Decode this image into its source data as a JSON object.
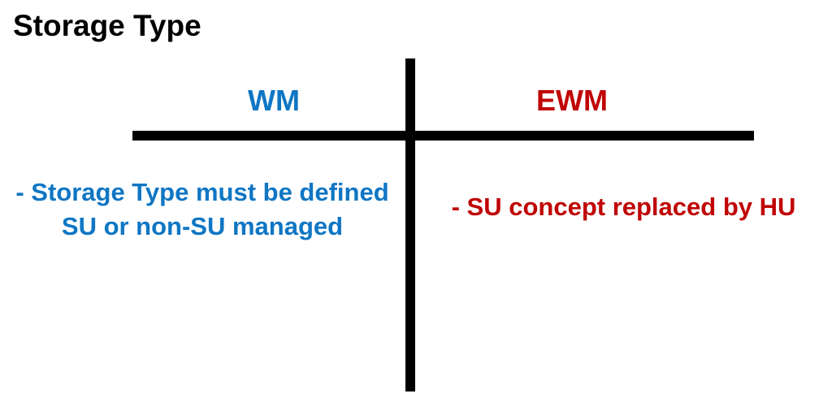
{
  "title": "Storage Type",
  "colors": {
    "title_text": "#000000",
    "divider_line": "#000000",
    "wm_accent": "#0F76C4",
    "ewm_accent": "#C00404"
  },
  "columns": {
    "wm": {
      "header": "WM",
      "notes": [
        "- Storage Type must be defined",
        "SU or non-SU managed"
      ]
    },
    "ewm": {
      "header": "EWM",
      "notes": [
        "- SU concept replaced by HU"
      ]
    }
  }
}
